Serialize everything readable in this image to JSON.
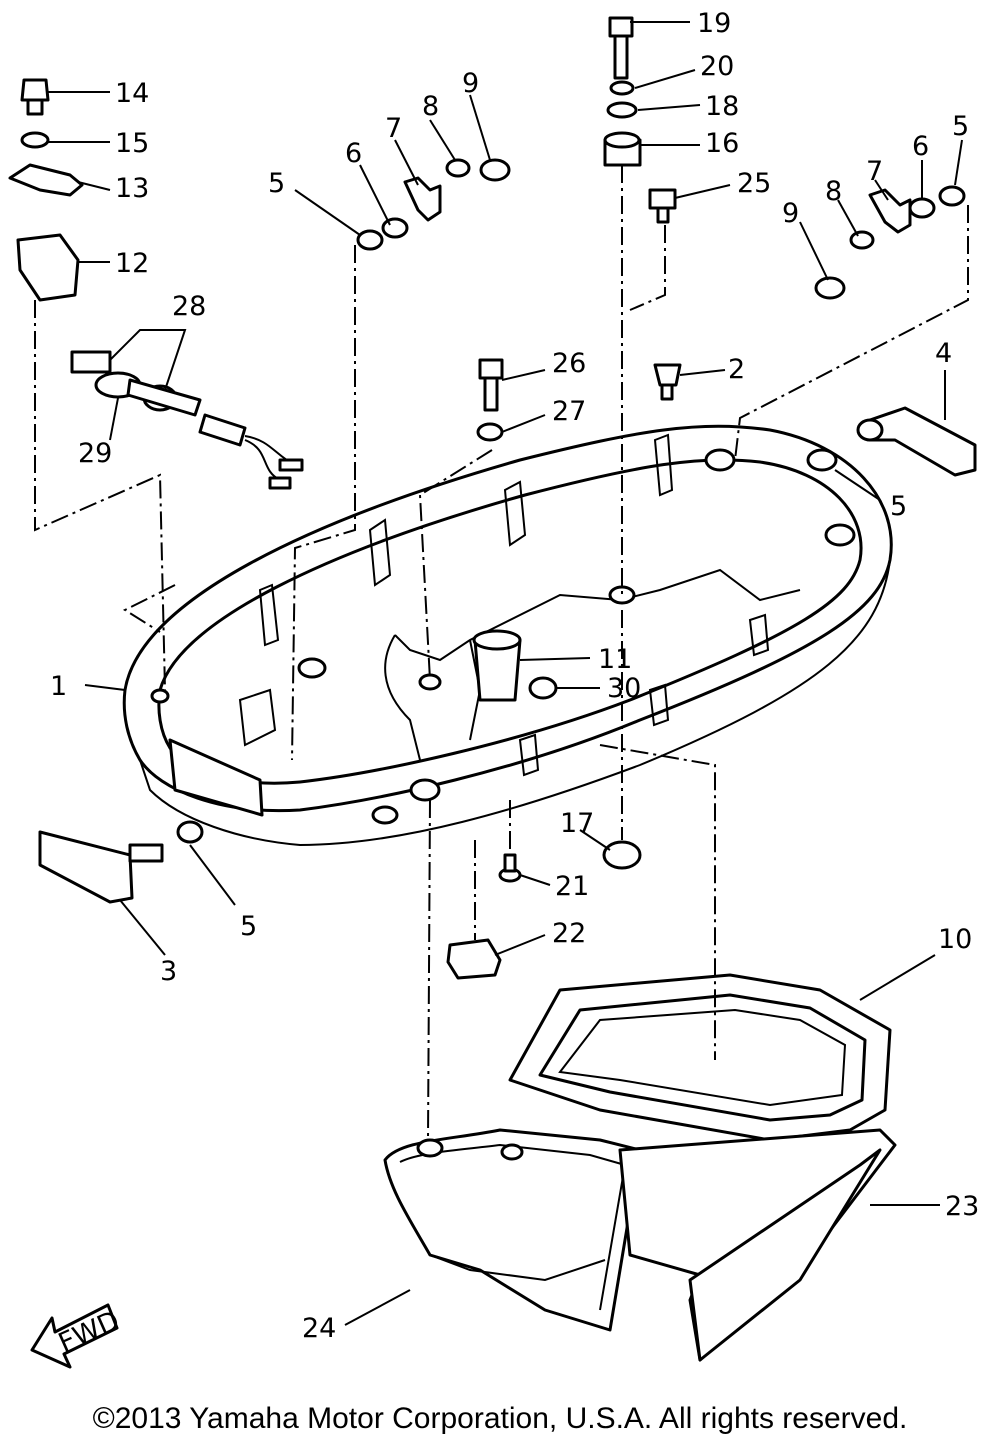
{
  "diagram": {
    "callouts": {
      "c1": "1",
      "c2": "2",
      "c3": "3",
      "c4": "4",
      "c5a": "5",
      "c5b": "5",
      "c5c": "5",
      "c5d": "5",
      "c6a": "6",
      "c6b": "6",
      "c7a": "7",
      "c7b": "7",
      "c8a": "8",
      "c8b": "8",
      "c9a": "9",
      "c9b": "9",
      "c10": "10",
      "c11": "11",
      "c12": "12",
      "c13": "13",
      "c14": "14",
      "c15": "15",
      "c16": "16",
      "c17": "17",
      "c18": "18",
      "c19": "19",
      "c20": "20",
      "c21": "21",
      "c22": "22",
      "c23": "23",
      "c24": "24",
      "c25": "25",
      "c26": "26",
      "c27": "27",
      "c28": "28",
      "c29": "29",
      "c30": "30"
    },
    "fwd_label": "FWD"
  },
  "footer": {
    "copyright": "©2013 Yamaha Motor Corporation, U.S.A. All rights reserved."
  }
}
